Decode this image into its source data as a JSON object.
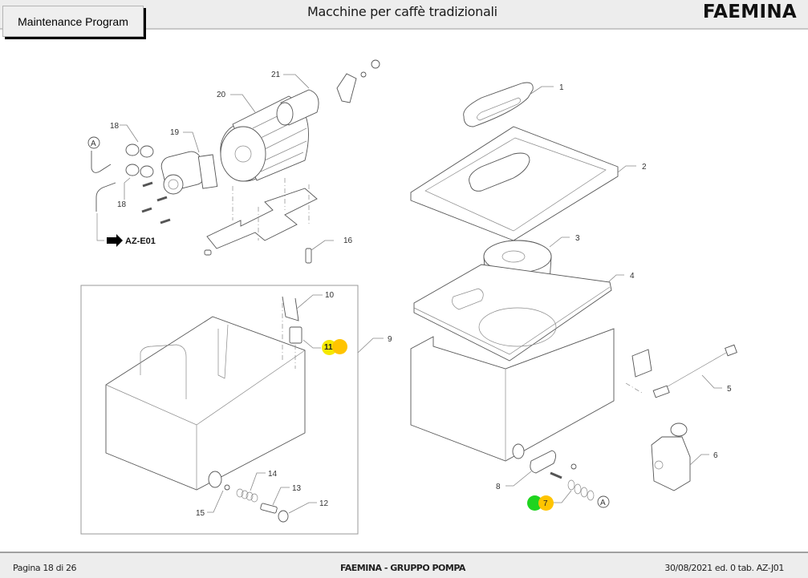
{
  "header": {
    "maintenance_button": "Maintenance Program",
    "doc_title": "Macchine per caffè tradizionali",
    "brand": "FAEMINA"
  },
  "footer": {
    "page": "Pagina 18 di 26",
    "section": "FAEMINA - GRUPPO POMPA",
    "edition": "30/08/2021 ed. 0 tab. AZ-J01"
  },
  "diagram": {
    "reference_arrow": "AZ-E01",
    "connector_label": "A",
    "part_labels": [
      "1",
      "2",
      "3",
      "4",
      "5",
      "6",
      "7",
      "8",
      "9",
      "10",
      "11",
      "12",
      "13",
      "14",
      "15",
      "16",
      "18",
      "18",
      "19",
      "20",
      "21"
    ],
    "highlighted_parts": [
      {
        "label": "11",
        "markers": [
          "yellow",
          "orange"
        ]
      },
      {
        "label": "7",
        "markers": [
          "green",
          "orange"
        ]
      }
    ],
    "colors": {
      "yellow": "#f5e800",
      "orange": "#ffc400",
      "green": "#1fd41f"
    }
  }
}
